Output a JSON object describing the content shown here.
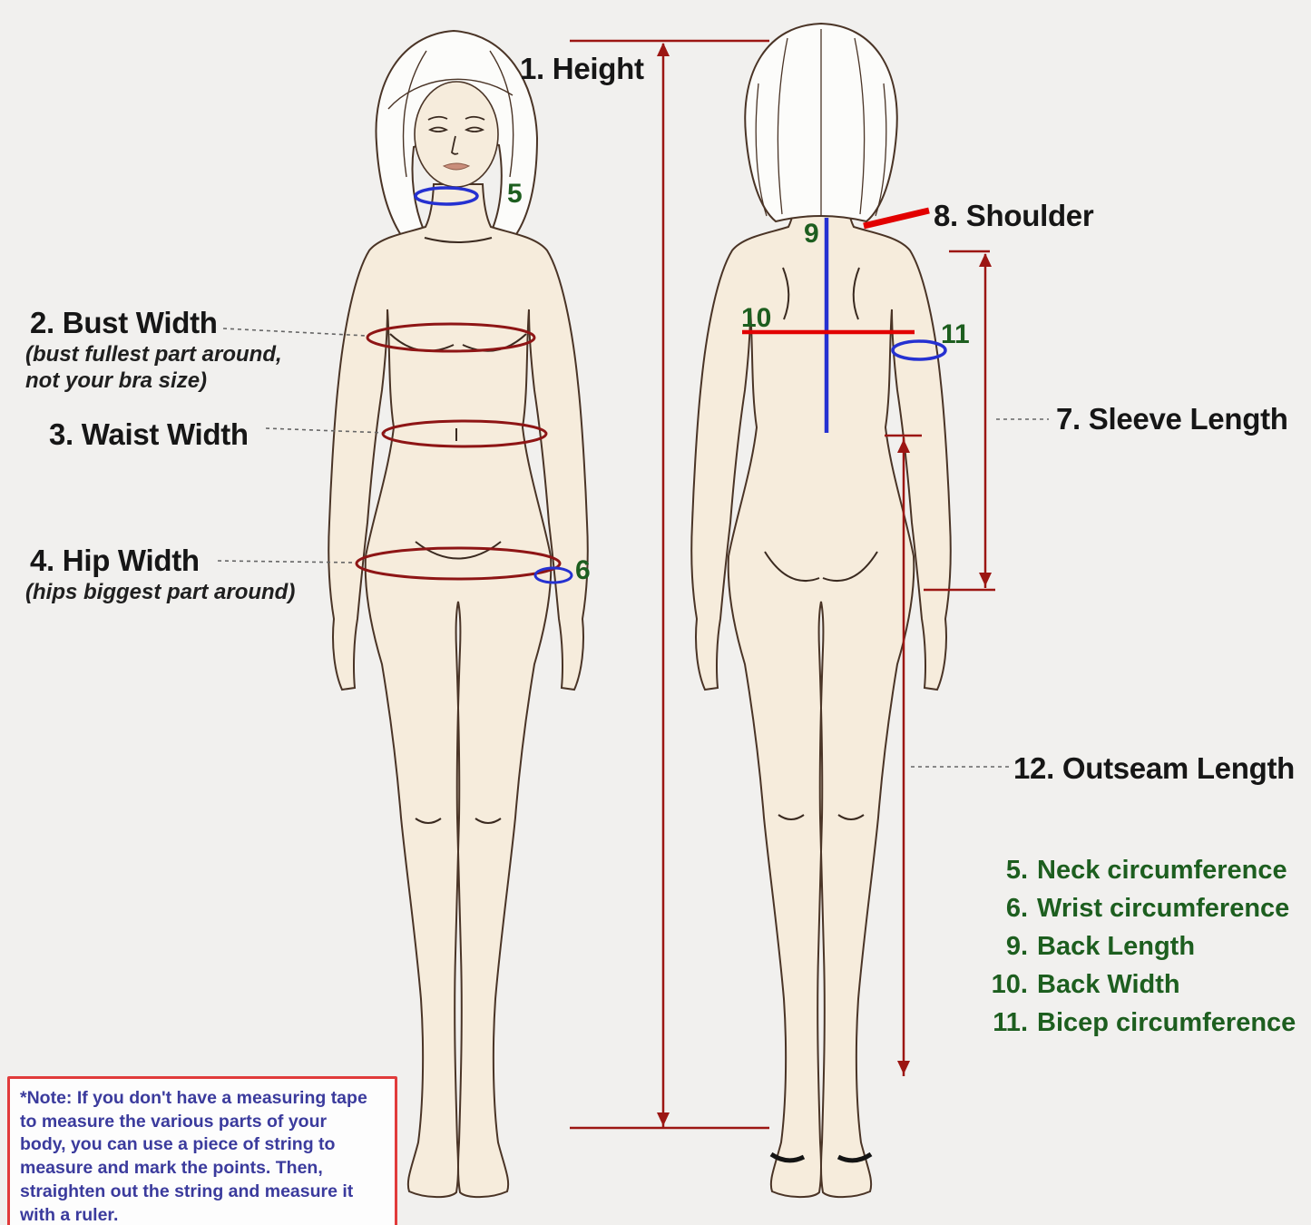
{
  "annotations": {
    "height": "1. Height",
    "bust": "2. Bust Width",
    "bust_sub1": "(bust fullest part around,",
    "bust_sub2": "not your bra size)",
    "waist": "3. Waist Width",
    "hip": "4. Hip Width",
    "hip_sub": "(hips biggest part around)",
    "neck_num": "5",
    "wrist_num": "6",
    "sleeve": "7. Sleeve Length",
    "shoulder": "8. Shoulder",
    "back_length_num": "9",
    "back_width_num": "10",
    "bicep_num": "11",
    "outseam": "12. Outseam Length"
  },
  "legend": [
    {
      "num": "5.",
      "label": "Neck circumference"
    },
    {
      "num": "6.",
      "label": "Wrist circumference"
    },
    {
      "num": "9.",
      "label": "Back Length"
    },
    {
      "num": "10.",
      "label": "Back Width"
    },
    {
      "num": "11.",
      "label": "Bicep circumference"
    }
  ],
  "note_lines": [
    "*Note: If you don't have a measuring tape",
    "to measure the various parts of your",
    "body, you can use a piece of string to",
    "measure and mark the points. Then,",
    "straighten out the string and measure it",
    "with a ruler."
  ],
  "colors": {
    "measure_red": "#9c1613",
    "bright_red": "#e20000",
    "measure_blue": "#2531d1",
    "green_text": "#1d5e1f",
    "label_text": "#161616",
    "note_text": "#3b3b9d",
    "note_border": "#e13b3b",
    "background": "#f1f0ee",
    "skin": "#f6ecdc"
  }
}
